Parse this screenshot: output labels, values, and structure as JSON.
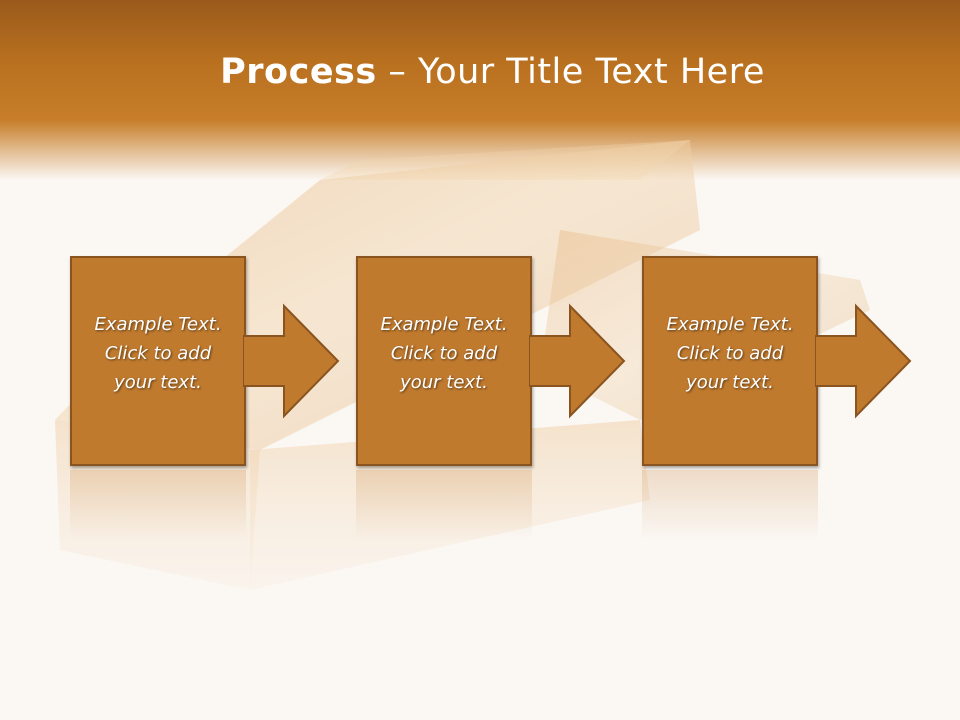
{
  "slide": {
    "title_bold": "Process",
    "title_rest": " – Your Title Text Here",
    "accent_color": "#c07a2e",
    "header_color": "#a8621e",
    "steps": [
      {
        "line1": "Example Text.",
        "line2": "Click  to add",
        "line3": "your text."
      },
      {
        "line1": "Example Text.",
        "line2": "Click  to add",
        "line3": "your text."
      },
      {
        "line1": "Example Text.",
        "line2": "Click  to add",
        "line3": "your text."
      }
    ],
    "background_image": "gold-bars"
  }
}
